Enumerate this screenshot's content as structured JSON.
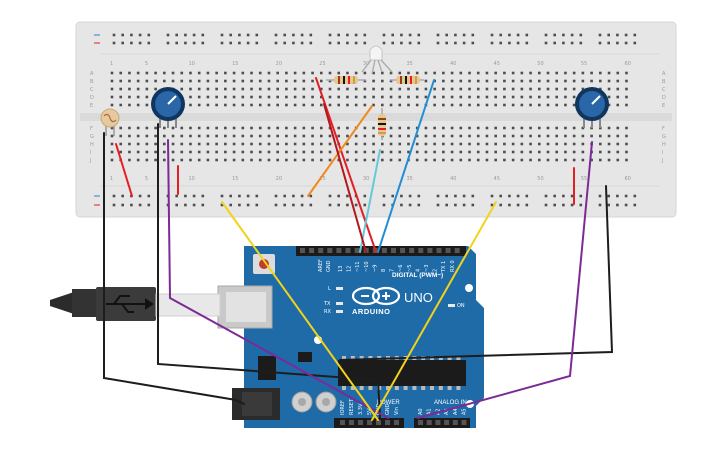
{
  "breadboard": {
    "column_numbers": [
      "1",
      "5",
      "10",
      "15",
      "20",
      "25",
      "30",
      "35",
      "40",
      "45",
      "50",
      "55",
      "60"
    ],
    "row_letters_top": [
      "A",
      "B",
      "C",
      "D",
      "E"
    ],
    "row_letters_bottom": [
      "F",
      "G",
      "H",
      "I",
      "J"
    ]
  },
  "arduino": {
    "brand": "ARDUINO",
    "model": "UNO",
    "digital_header_label": "DIGITAL (PWM~)",
    "analog_header_label": "ANALOG IN",
    "power_header_label": "POWER",
    "aref_label": "AREF",
    "gnd_label": "GND",
    "led_l_label": "L",
    "led_tx_label": "TX",
    "led_rx_label": "RX",
    "on_label": "ON",
    "digital_pins": [
      "13",
      "12",
      "~11",
      "~10",
      "~9",
      "8",
      "7",
      "~6",
      "~5",
      "4",
      "~3",
      "2",
      "TX 1",
      "RX 0"
    ],
    "analog_pins": [
      "A0",
      "A1",
      "A2",
      "A3",
      "A4",
      "A5"
    ],
    "power_pins": [
      "IOREF",
      "RESET",
      "3.3V",
      "5V",
      "GND",
      "GND",
      "Vin"
    ]
  },
  "components": [
    {
      "name": "photoresistor"
    },
    {
      "name": "potentiometer-left"
    },
    {
      "name": "potentiometer-right"
    },
    {
      "name": "rgb-led"
    },
    {
      "name": "resistor-1"
    },
    {
      "name": "resistor-2"
    },
    {
      "name": "resistor-3"
    },
    {
      "name": "usb-cable"
    },
    {
      "name": "dc-power-jack"
    }
  ],
  "colors": {
    "breadboard": "#e6e6e6",
    "board": "#1e6ba8",
    "wire_red": "#e21f26",
    "wire_black": "#1d1d1d",
    "wire_purple": "#7b2a96",
    "wire_yellow": "#f2d21b",
    "wire_orange": "#f08a1c",
    "wire_blue": "#1f8fd6",
    "wire_cyan": "#66c9d9",
    "pot_blue": "#1a4f8a"
  }
}
